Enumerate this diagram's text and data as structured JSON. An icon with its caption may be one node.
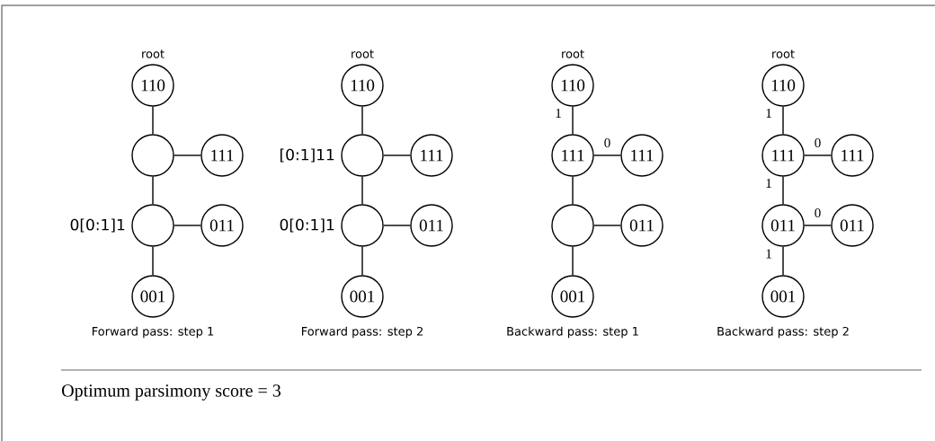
{
  "diagram": {
    "caption": "Optimum parsimony score = 3",
    "nodes": [
      {
        "text": [
          "110"
        ],
        "beside": [
          "root"
        ]
      },
      {
        "text": [],
        "shape": "circle"
      },
      {
        "text": [
          "111"
        ]
      },
      {
        "text": [],
        "shape": "circle",
        "beside": [
          "0[0:1]1"
        ]
      },
      {
        "text": [
          "011"
        ]
      },
      {
        "text": [
          "001"
        ]
      },
      {
        "text": [
          "110"
        ],
        "beside": [
          "root"
        ]
      },
      {
        "text": [],
        "shape": "circle",
        "beside": [
          "[0:1]11"
        ]
      },
      {
        "text": [
          "111"
        ]
      },
      {
        "text": [],
        "shape": "circle",
        "beside": [
          "0[0:1]1"
        ]
      },
      {
        "text": [
          "011"
        ]
      },
      {
        "text": [
          "001"
        ]
      },
      {
        "text": [
          "110"
        ],
        "beside": [
          "root"
        ]
      },
      {
        "text": [
          "111"
        ]
      },
      {
        "text": [
          "111"
        ]
      },
      {
        "text": [],
        "shape": "circle"
      },
      {
        "text": [
          "011"
        ]
      },
      {
        "text": [
          "001"
        ]
      },
      {
        "text": [
          "110"
        ],
        "beside": [
          "root"
        ]
      },
      {
        "text": [
          "111"
        ]
      },
      {
        "text": [
          "111"
        ]
      },
      {
        "text": [
          "011"
        ]
      },
      {
        "text": [
          "011"
        ]
      },
      {
        "text": [
          "001"
        ]
      }
    ],
    "edges": [
      {
        "from": 0,
        "to": 1,
        "arrow": "none"
      },
      {
        "from": 1,
        "to": 2,
        "arrow": "none"
      },
      {
        "from": 1,
        "to": 3,
        "arrow": "none"
      },
      {
        "from": 3,
        "to": 4,
        "arrow": "none"
      },
      {
        "from": 3,
        "to": 5,
        "arrow": "none"
      },
      {
        "from": 6,
        "to": 7,
        "arrow": "none"
      },
      {
        "from": 7,
        "to": 8,
        "arrow": "none"
      },
      {
        "from": 7,
        "to": 9,
        "arrow": "none"
      },
      {
        "from": 9,
        "to": 10,
        "arrow": "none"
      },
      {
        "from": 9,
        "to": 11,
        "arrow": "none"
      },
      {
        "from": 12,
        "to": 13,
        "arrow": "none",
        "label": "1"
      },
      {
        "from": 13,
        "to": 14,
        "arrow": "none",
        "label": "0"
      },
      {
        "from": 13,
        "to": 15,
        "arrow": "none"
      },
      {
        "from": 15,
        "to": 16,
        "arrow": "none"
      },
      {
        "from": 15,
        "to": 17,
        "arrow": "none"
      },
      {
        "from": 18,
        "to": 19,
        "arrow": "none",
        "label": "1"
      },
      {
        "from": 19,
        "to": 20,
        "arrow": "none",
        "label": "0"
      },
      {
        "from": 19,
        "to": 21,
        "arrow": "none",
        "label": "1"
      },
      {
        "from": 21,
        "to": 22,
        "arrow": "none",
        "label": "0"
      },
      {
        "from": 21,
        "to": 23,
        "arrow": "none",
        "label": "1"
      }
    ],
    "labels": [
      "Forward pass: step 1",
      "Forward pass: step 2",
      "Backward pass: step 1",
      "Backward pass: step 2"
    ]
  }
}
